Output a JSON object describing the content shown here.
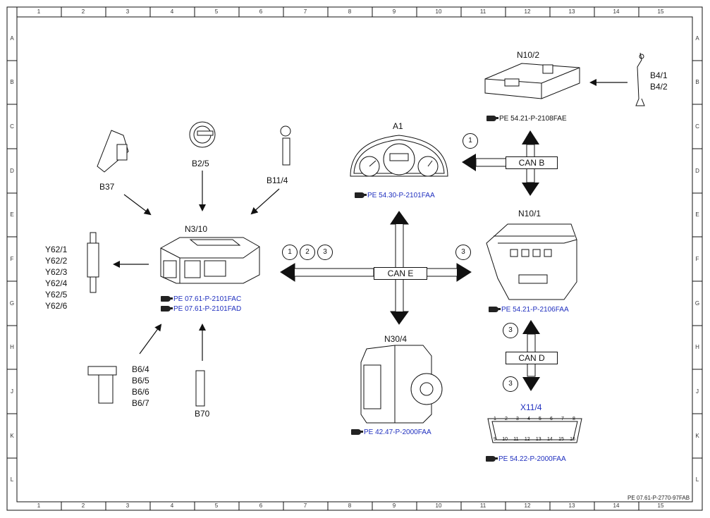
{
  "grid": {
    "columns": [
      "1",
      "2",
      "3",
      "4",
      "5",
      "6",
      "7",
      "8",
      "9",
      "10",
      "11",
      "12",
      "13",
      "14",
      "15"
    ],
    "rows": [
      "A",
      "B",
      "C",
      "D",
      "E",
      "F",
      "G",
      "H",
      "J",
      "K",
      "L"
    ]
  },
  "components": {
    "a1": "A1",
    "n10_2": "N10/2",
    "b4_sensors": [
      "B4/1",
      "B4/2"
    ],
    "n10_1": "N10/1",
    "n3_10": "N3/10",
    "n30_4": "N30/4",
    "x11_4": "X11/4",
    "b37": "B37",
    "b2_5": "B2/5",
    "b11_4": "B11/4",
    "b70": "B70",
    "y62": [
      "Y62/1",
      "Y62/2",
      "Y62/3",
      "Y62/4",
      "Y62/5",
      "Y62/6"
    ],
    "b6": [
      "B6/4",
      "B6/5",
      "B6/6",
      "B6/7"
    ]
  },
  "references": {
    "a1": "PE 54.30-P-2101FAA",
    "n10_2": "PE 54.21-P-2108FAE",
    "n10_1": "PE 54.21-P-2106FAA",
    "n3_10_a": "PE 07.61-P-2101FAC",
    "n3_10_b": "PE 07.61-P-2101FAD",
    "n30_4": "PE 42.47-P-2000FAA",
    "x11_4": "PE 54.22-P-2000FAA"
  },
  "buses": {
    "can_b": "CAN B",
    "can_e": "CAN E",
    "can_d": "CAN D"
  },
  "circles": {
    "can_b": "1",
    "left_1": "1",
    "left_2": "2",
    "left_3": "3",
    "right_3": "3",
    "can_d_top": "3",
    "can_d_bottom": "3"
  },
  "obd_pins_top": [
    "1",
    "2",
    "3",
    "4",
    "5",
    "6",
    "7",
    "8"
  ],
  "obd_pins_bottom": [
    "9",
    "10",
    "11",
    "12",
    "13",
    "14",
    "15",
    "16"
  ],
  "footer": "PE 07.61-P-2770-97FAB",
  "colors": {
    "reference_link": "#1f2fbf",
    "line": "#111111"
  }
}
